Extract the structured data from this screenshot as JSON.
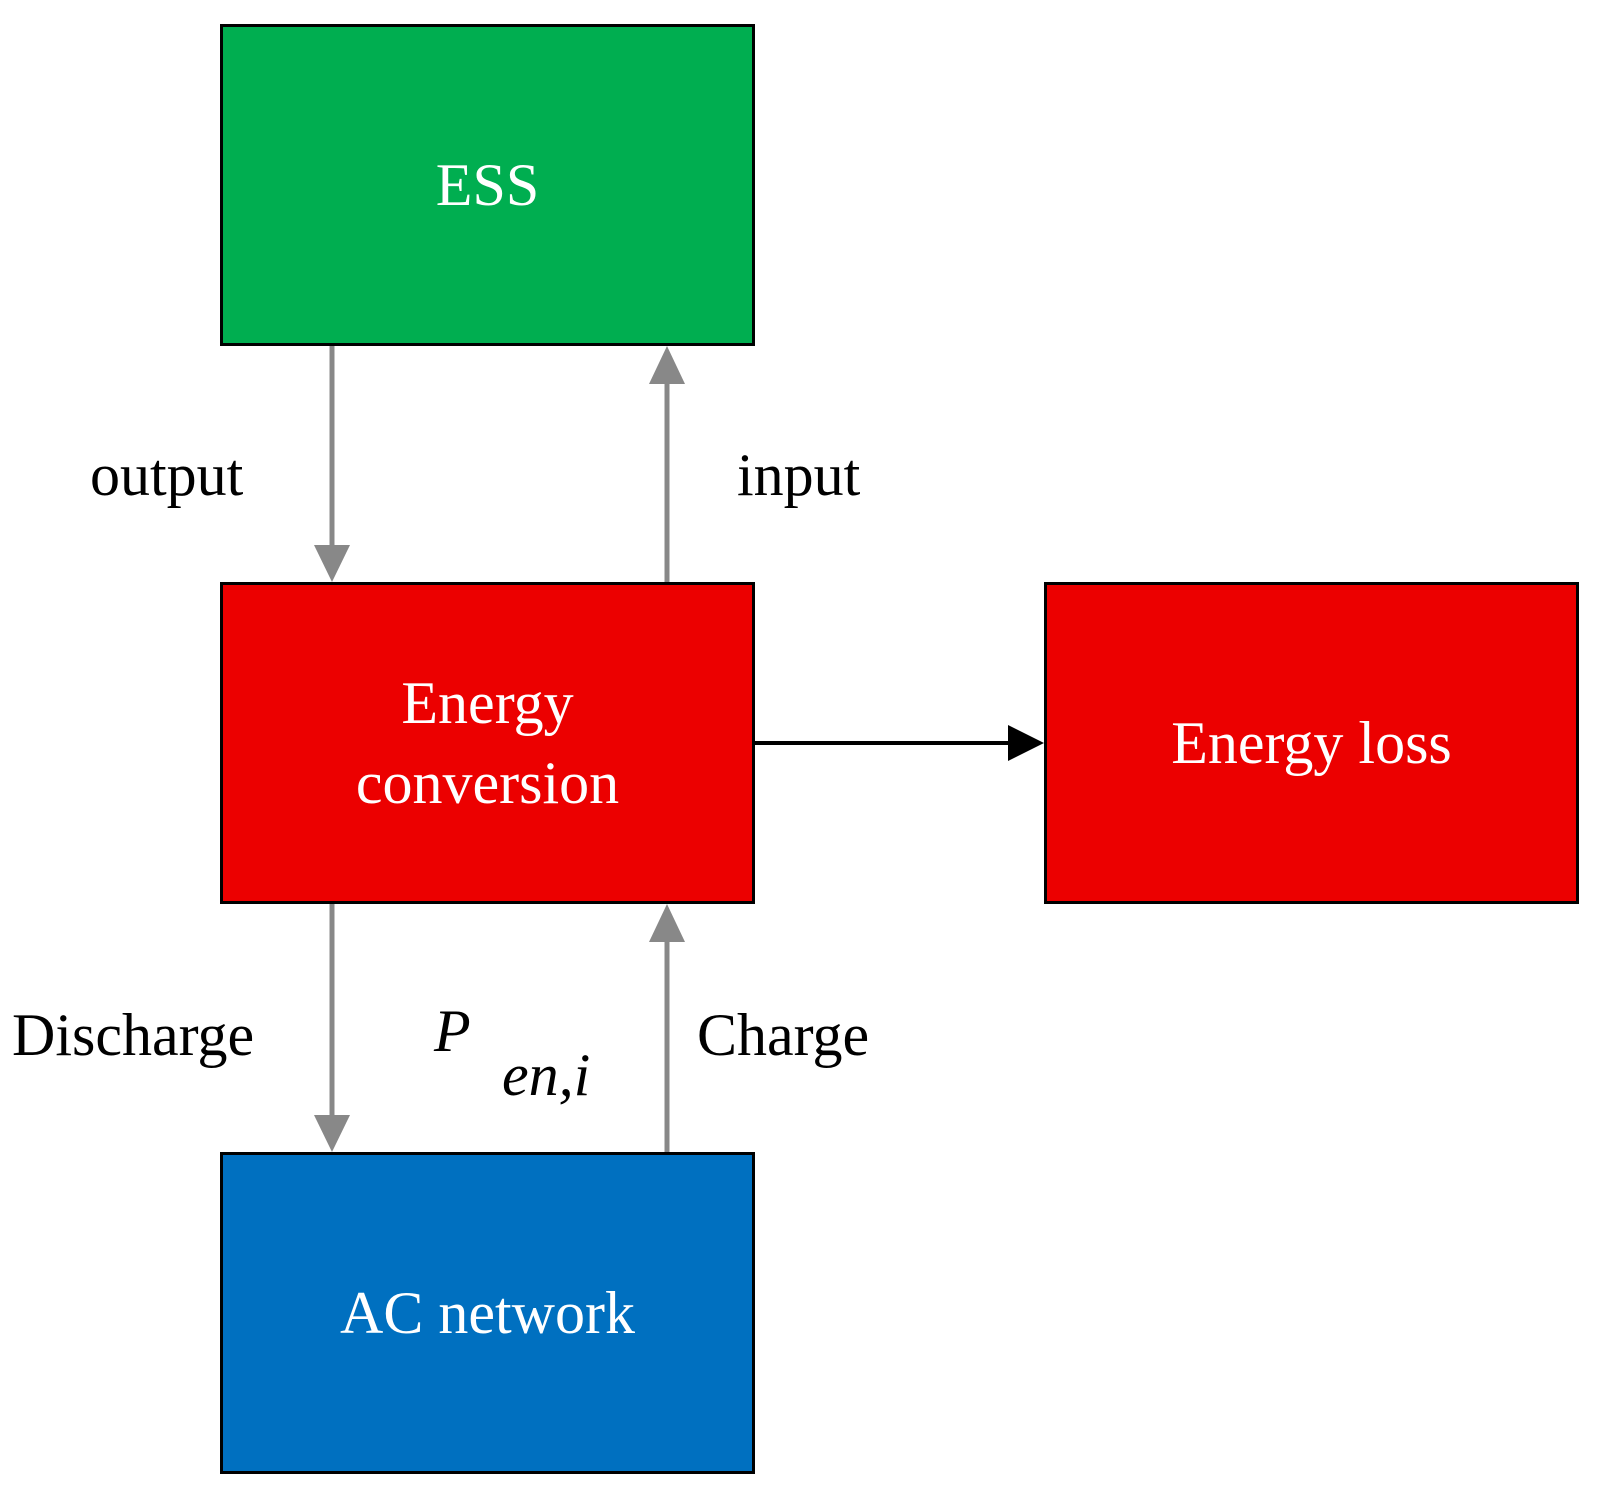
{
  "colors": {
    "ess": "#00AE50",
    "energy_conversion": "#EC0000",
    "energy_loss": "#EC0000",
    "ac_network": "#0070C0",
    "flow_arrow": "#888888",
    "loss_arrow": "#000000"
  },
  "nodes": {
    "ess": {
      "label": "ESS"
    },
    "energy_conversion": {
      "label_line1": "Energy",
      "label_line2": "conversion"
    },
    "energy_loss": {
      "label": "Energy loss"
    },
    "ac_network": {
      "label": "AC network"
    }
  },
  "edges": [
    {
      "from": "ess",
      "to": "energy_conversion",
      "label": "output"
    },
    {
      "from": "energy_conversion",
      "to": "ess",
      "label": "input"
    },
    {
      "from": "energy_conversion",
      "to": "ac_network",
      "label": "Discharge"
    },
    {
      "from": "ac_network",
      "to": "energy_conversion",
      "label": "Charge"
    },
    {
      "from": "energy_conversion",
      "to": "energy_loss",
      "label": ""
    }
  ],
  "power_symbol": {
    "main": "P",
    "subscript": "en,i"
  }
}
